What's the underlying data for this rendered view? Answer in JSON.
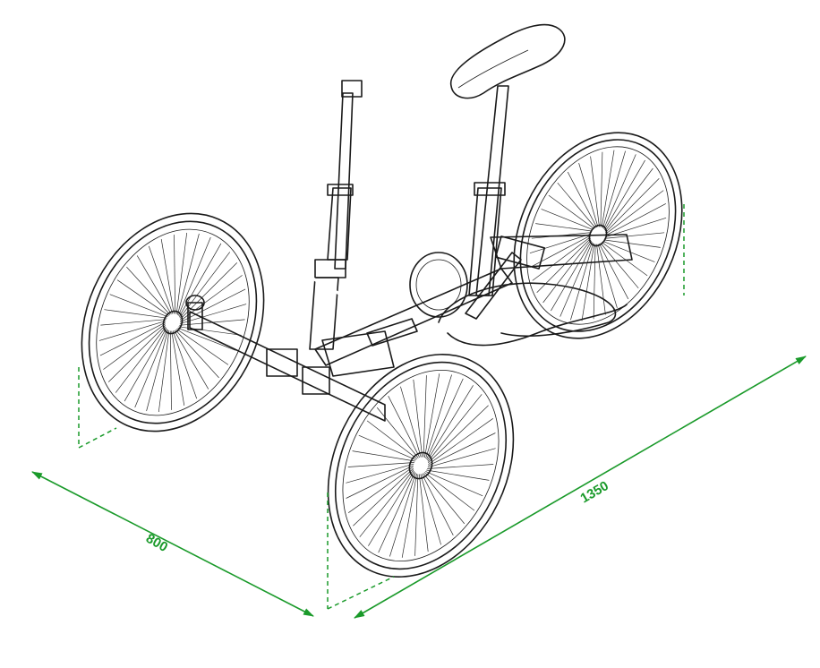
{
  "dimensions": {
    "width_label": "800",
    "length_label": "1350",
    "color": "#1a9a2a"
  },
  "drawing": {
    "subject": "quadricycle-line-drawing",
    "line_color": "#1a1a1a"
  }
}
